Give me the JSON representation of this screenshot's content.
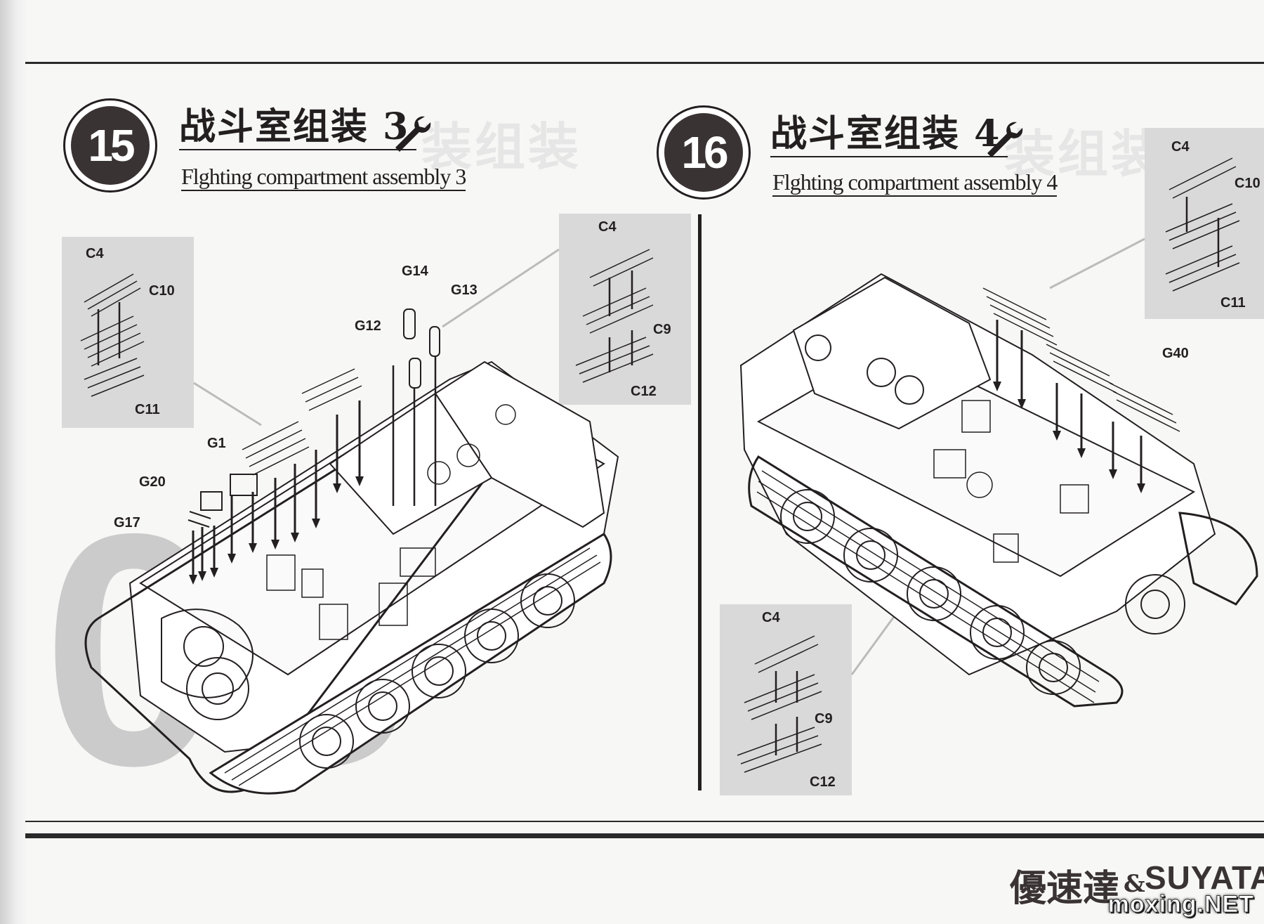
{
  "steps": [
    {
      "number": "15",
      "title_cn": "战斗室组装 3",
      "title_en": "Flghting compartment assembly 3",
      "inset_left_labels": [
        "C4",
        "C10",
        "C11"
      ],
      "inset_right_labels": [
        "C4",
        "C9",
        "C12"
      ],
      "part_labels": [
        "G14",
        "G13",
        "G12",
        "G1",
        "G20",
        "G17"
      ]
    },
    {
      "number": "16",
      "title_cn": "战斗室组装 4",
      "title_en": "Flghting compartment assembly 4",
      "inset_top_labels": [
        "C4",
        "C10",
        "C11"
      ],
      "inset_bottom_labels": [
        "C4",
        "C9",
        "C12"
      ],
      "part_labels": [
        "G40"
      ]
    }
  ],
  "page_number_fragment": "08",
  "brand": {
    "chinese": "優速達",
    "ampersand": "&",
    "latin": "SUYATA"
  },
  "watermark": "moxing.NET",
  "colors": {
    "ink": "#231f20",
    "badge_fill": "#3a3334",
    "inset_gray": "#d9d9d9",
    "page_number_gray": "#cbcbcb"
  }
}
